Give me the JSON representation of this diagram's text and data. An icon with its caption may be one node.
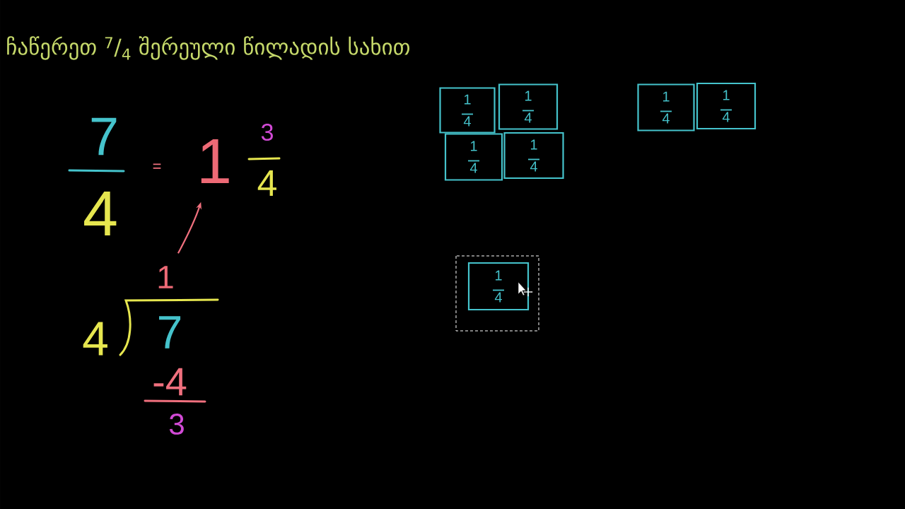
{
  "diagram": {
    "title": "ჩაწერეთ $^{7}$/$_{4}$ შერეული წილადის სახით",
    "nodes": [
      {
        "text": [
          "1"
        ]
      },
      {
        "text": [
          "1"
        ]
      },
      {
        "text": [
          "1",
          "4"
        ]
      },
      {
        "text": [
          "1",
          "4"
        ]
      },
      {
        "text": [
          "1",
          "4"
        ]
      },
      {
        "text": [
          "1",
          "4"
        ]
      },
      {
        "text": [
          "1",
          "4"
        ]
      },
      {
        "text": [
          "1",
          "4"
        ]
      },
      {
        "text": [
          "1",
          "4"
        ]
      }
    ],
    "edges": [
      {
        "from": 1,
        "to": 0,
        "arrow": "to"
      }
    ],
    "labels": [
      "7",
      "4",
      "=",
      "3",
      "4",
      "4",
      "7",
      "-4",
      "3"
    ]
  }
}
